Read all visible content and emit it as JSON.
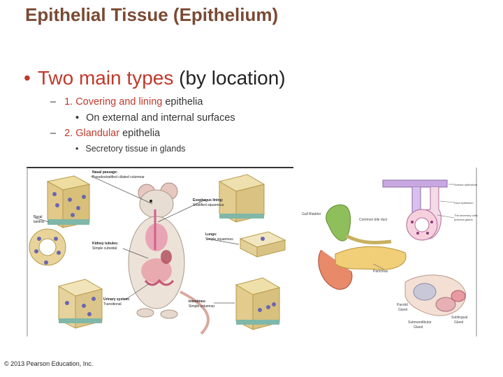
{
  "slide": {
    "title": "Epithelial Tissue (Epithelium)",
    "bullet": {
      "highlight": "Two main types",
      "rest": " (by location)"
    },
    "sub1": {
      "highlight": "1. Covering and lining",
      "rest": " epithelia"
    },
    "sub1a": "On external and internal surfaces",
    "sub2": {
      "highlight": "2. Glandular",
      "rest": " epithelia"
    },
    "sub2a": "Secretory tissue in glands",
    "copyright": "© 2013 Pearson Education, Inc."
  },
  "figure_left": {
    "labels": {
      "nasal": "Nasal passage:",
      "nasal_sub": "Pseudostratified ciliated columnar",
      "esophagus": "Esophagus lining:",
      "esophagus_sub": "Stratified squamous",
      "basal": "Basal",
      "lamina": "lamina",
      "lungs": "Lungs:",
      "lungs_sub": "Simple squamous",
      "kidney": "Kidney tubules:",
      "kidney_sub": "Simple cuboidal",
      "urinary": "Urinary system:",
      "urinary_sub": "Transitional",
      "intestines": "Intestines:",
      "intestines_sub": "Simple columnar"
    }
  },
  "figure_right": {
    "labels": {
      "gallbladder": "Gall Bladder",
      "bileduct": "Common bile duct",
      "pancreas": "Pancreas",
      "surface": "Surface epithelium",
      "duct": "Duct epithelium",
      "secretory1": "The secretory cells",
      "secretory2": "(internal gland)",
      "parotid1": "Parotid",
      "parotid2": "Gland",
      "submandibular1": "Submandibular",
      "submandibular2": "Gland",
      "sublingual1": "Sublingual",
      "sublingual2": "Gland"
    }
  }
}
